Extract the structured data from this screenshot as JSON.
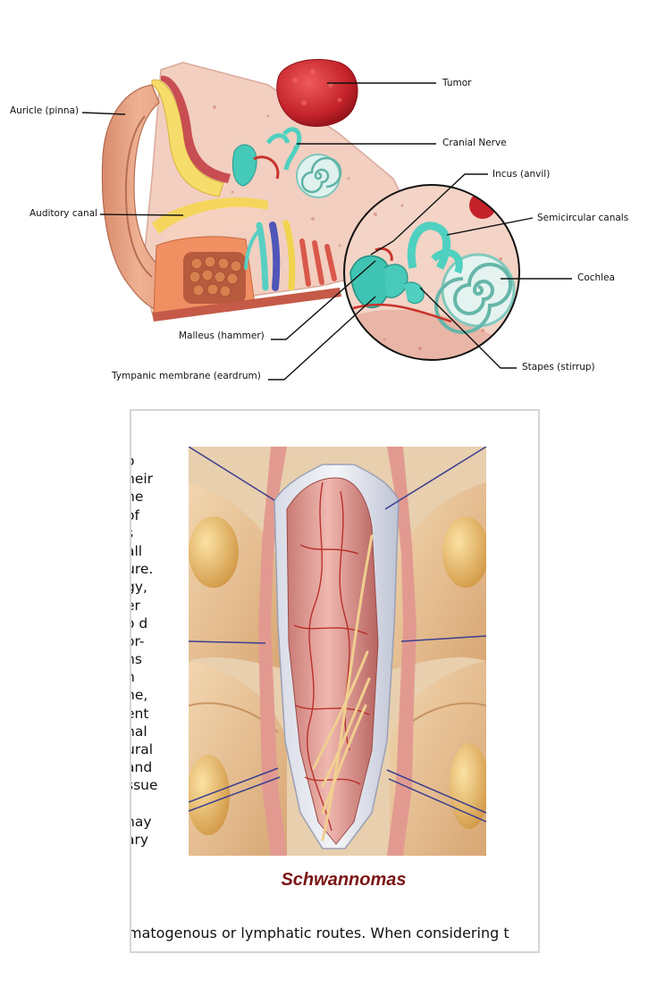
{
  "ear_diagram": {
    "labels": {
      "auricle": "Auricle (pinna)",
      "auditory_canal": "Auditory canal",
      "tumor": "Tumor",
      "cranial_nerve": "Cranial Nerve",
      "incus": "Incus (anvil)",
      "semicircular_canals": "Semicircular canals",
      "cochlea": "Cochlea",
      "malleus": "Malleus (hammer)",
      "stapes": "Stapes (stirrup)",
      "tympanic_membrane": "Tympanic membrane (eardrum)"
    }
  },
  "article": {
    "text_fragments": [
      "o",
      "heir",
      "he",
      "of",
      "s",
      "all",
      "ure.",
      "gy,",
      "er",
      "o d",
      "or-",
      "ns",
      "n",
      "ne,",
      "ent",
      "nal",
      "ural",
      "and",
      "ssue",
      "",
      "nay",
      "ary"
    ],
    "figure_caption": "Schwannomas",
    "bottom_line": "matogenous or lymphatic routes.  When considering t"
  },
  "colors": {
    "caption": "#7b1515",
    "tumor": "#c8242c",
    "nerve_teal": "#4fd0c0",
    "skin": "#e8a585",
    "retractor": "#3b3f8f"
  }
}
